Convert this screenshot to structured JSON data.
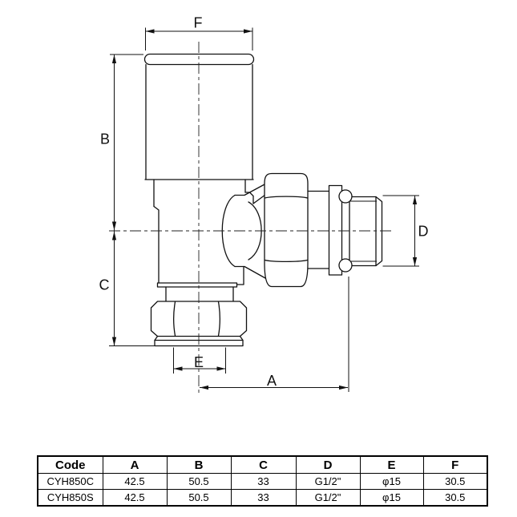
{
  "drawing": {
    "dim_labels": {
      "reach": "A",
      "upper_height": "B",
      "lower_height": "C",
      "outlet_diameter": "D",
      "tail_diameter": "E",
      "head_width": "F"
    }
  },
  "spec_table": {
    "headers": [
      "Code",
      "A",
      "B",
      "C",
      "D",
      "E",
      "F"
    ],
    "rows": [
      [
        "CYH850C",
        "42.5",
        "50.5",
        "33",
        "G1/2\"",
        "φ15",
        "30.5"
      ],
      [
        "CYH850S",
        "42.5",
        "50.5",
        "33",
        "G1/2\"",
        "φ15",
        "30.5"
      ]
    ]
  },
  "colors": {
    "line": "#111111",
    "background": "#ffffff"
  }
}
